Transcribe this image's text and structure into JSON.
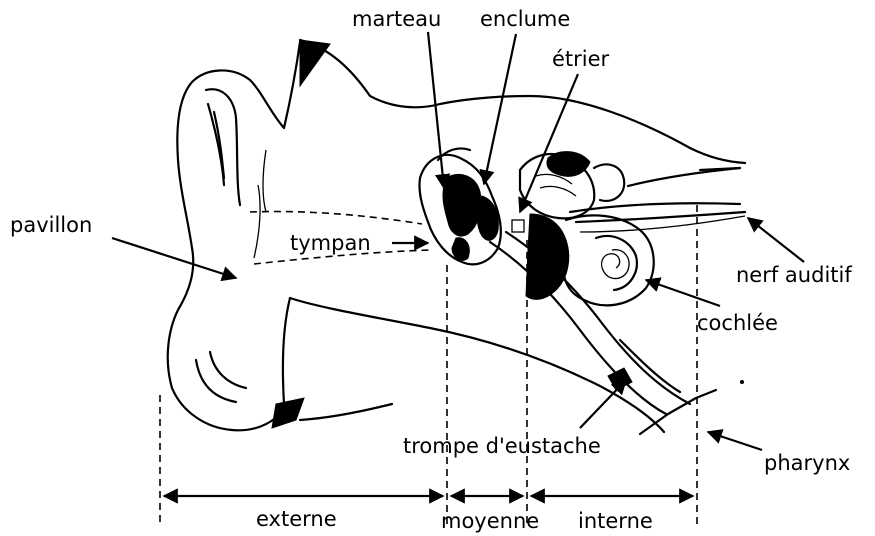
{
  "labels": {
    "marteau": "marteau",
    "enclume": "enclume",
    "etrier": "étrier",
    "pavillon": "pavillon",
    "tympan": "tympan",
    "nerf_auditif": "nerf auditif",
    "cochlee": "cochlée",
    "trompe": "trompe d'eustache",
    "pharynx": "pharynx",
    "externe": "externe",
    "moyenne": "moyenne",
    "interne": "interne"
  }
}
